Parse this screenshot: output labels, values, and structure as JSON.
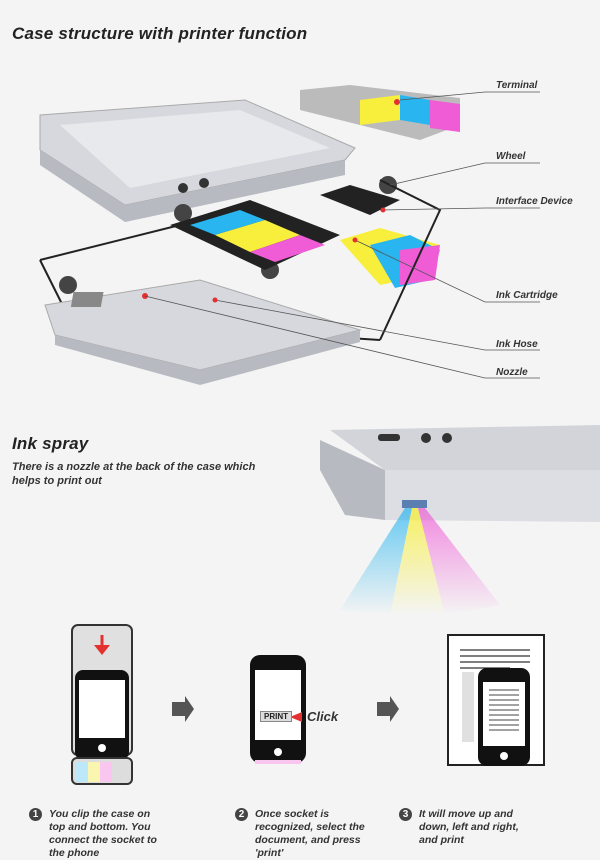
{
  "section1": {
    "title": "Case structure with printer function",
    "labels": [
      "Terminal",
      "Wheel",
      "Interface Device",
      "Ink Cartridge",
      "Ink Hose",
      "Nozzle"
    ]
  },
  "section2": {
    "title": "Ink spray",
    "description": "There is a nozzle at the back of the case which helps to print out"
  },
  "steps": [
    {
      "number": "1",
      "text": "You clip the case on top and bottom. You connect the socket to the phone"
    },
    {
      "number": "2",
      "text": "Once socket is recognized, select the document, and press 'print'",
      "button": "PRINT",
      "action": "Click"
    },
    {
      "number": "3",
      "text": "It will move up and down, left and right, and print"
    }
  ],
  "colors": {
    "cyan": "#29b6f0",
    "yellow": "#f7ef3c",
    "magenta": "#ef5cd6",
    "red": "#e53030",
    "case": "#c9ccd3"
  }
}
